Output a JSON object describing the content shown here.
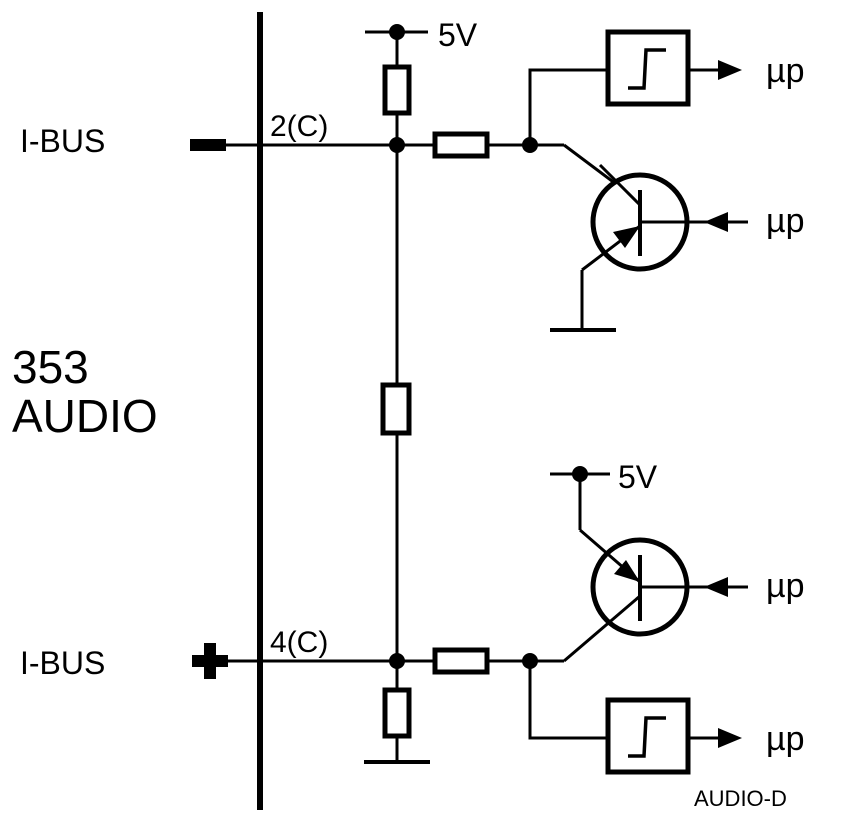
{
  "labels": {
    "module_number": "353",
    "module_name": "AUDIO",
    "ibus_minus": "I-BUS",
    "ibus_plus": "I-BUS",
    "pin_minus": "2(C)",
    "pin_plus": "4(C)",
    "supply_top": "5V",
    "supply_bottom": "5V",
    "mp_top_schmitt": "µp",
    "mp_top_transistor": "µp",
    "mp_bottom_transistor": "µp",
    "mp_bottom_schmitt": "µp",
    "figure_id": "AUDIO-D"
  }
}
